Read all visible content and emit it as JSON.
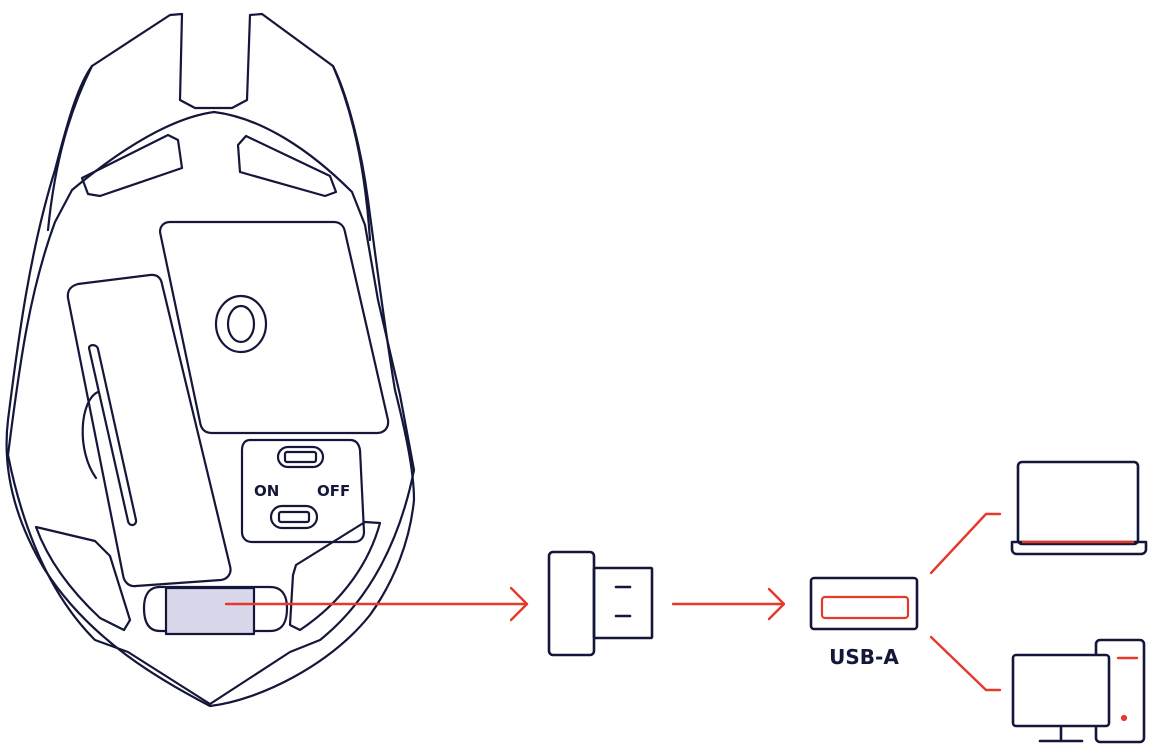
{
  "labels": {
    "switch_on": "ON",
    "switch_off": "OFF",
    "port": "USB-A"
  },
  "colors": {
    "outline": "#14163a",
    "accent": "#e5392b",
    "receiver_slot_fill": "#d9d8ea",
    "background": "#ffffff"
  },
  "icons": {
    "mouse": "mouse-underside",
    "receiver": "usb-receiver-icon",
    "port": "usb-a-port-icon",
    "laptop": "laptop-icon",
    "desktop": "desktop-computer-icon"
  }
}
